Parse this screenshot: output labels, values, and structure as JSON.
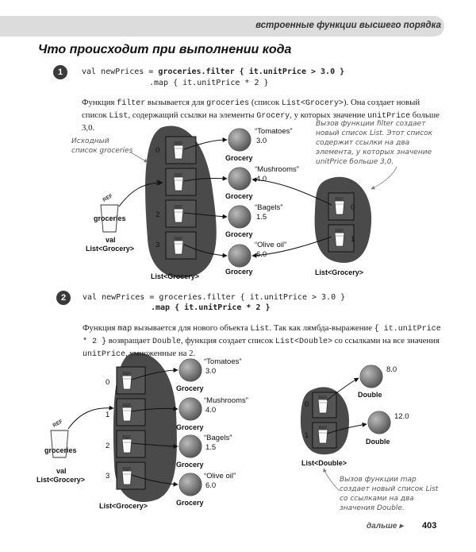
{
  "header": {
    "running_title": "встроенные функции высшего порядка"
  },
  "title": "Что происходит при выполнении кода",
  "step1": {
    "number": "1",
    "code_line1_prefix": "val newPrices = ",
    "code_line1_bold": "groceries.filter { it.unitPrice > 3.0 }",
    "code_line2": ".map { it.unitPrice * 2 }",
    "para": [
      {
        "t": "Функция "
      },
      {
        "t": "filter",
        "m": true
      },
      {
        "t": " вызывается для "
      },
      {
        "t": "groceries",
        "m": true
      },
      {
        "t": " (список "
      },
      {
        "t": "List<Grocery>",
        "m": true
      },
      {
        "t": "). Она создает новый список "
      },
      {
        "t": "List",
        "m": true
      },
      {
        "t": ", содержащий ссылки на элементы "
      },
      {
        "t": "Grocery",
        "m": true
      },
      {
        "t": ", у которых значение "
      },
      {
        "t": "unitPrice",
        "m": true
      },
      {
        "t": " больше 3,0."
      }
    ],
    "note_left": "Исходный список groceries",
    "note_right": "Вызов функции filter создает новый список List. Этот список содержит ссылки на два элемента, у которых значение unitPrice больше 3,0.",
    "indexes": [
      "0",
      "1",
      "2",
      "3"
    ],
    "ref": "REF",
    "items": [
      {
        "name": "“Tomatoes”",
        "price": "3.0",
        "type": "Grocery"
      },
      {
        "name": "“Mushrooms”",
        "price": "4.0",
        "type": "Grocery"
      },
      {
        "name": "“Bagels”",
        "price": "1.5",
        "type": "Grocery"
      },
      {
        "name": "“Olive oil”",
        "price": "6.0",
        "type": "Grocery"
      }
    ],
    "var_name": "groceries",
    "var_kind": "val",
    "var_type": "List<Grocery>",
    "list_label": "List<Grocery>",
    "new_indexes": [
      "0",
      "1"
    ],
    "new_list_label": "List<Grocery>"
  },
  "step2": {
    "number": "2",
    "code_line1": "val newPrices = groceries.filter { it.unitPrice > 3.0 }",
    "code_line2_bold": ".map { it.unitPrice * 2 }",
    "para": [
      {
        "t": "Функция "
      },
      {
        "t": "map",
        "m": true
      },
      {
        "t": " вызывается для нового объекта "
      },
      {
        "t": "List",
        "m": true
      },
      {
        "t": ". Так как лямбда-выражение "
      },
      {
        "t": "{ it.unitPrice * 2 }",
        "m": true
      },
      {
        "t": " возвращает "
      },
      {
        "t": "Double",
        "m": true
      },
      {
        "t": ", функция создает список "
      },
      {
        "t": "List<Double>",
        "m": true
      },
      {
        "t": " со ссылками на все значения "
      },
      {
        "t": "unitPrice",
        "m": true
      },
      {
        "t": ", умноженные на 2."
      }
    ],
    "indexes": [
      "0",
      "1",
      "2",
      "3"
    ],
    "ref": "REF",
    "items": [
      {
        "name": "“Tomatoes”",
        "price": "3.0",
        "type": "Grocery"
      },
      {
        "name": "“Mushrooms”",
        "price": "4.0",
        "type": "Grocery"
      },
      {
        "name": "“Bagels”",
        "price": "1.5",
        "type": "Grocery"
      },
      {
        "name": "“Olive oil”",
        "price": "6.0",
        "type": "Grocery"
      }
    ],
    "var_name": "groceries",
    "var_kind": "val",
    "var_type": "List<Grocery>",
    "list_label": "List<Grocery>",
    "new_indexes": [
      "0",
      "1"
    ],
    "doubles": [
      {
        "value": "8.0",
        "type": "Double"
      },
      {
        "value": "12.0",
        "type": "Double"
      }
    ],
    "new_list_label": "List<Double>",
    "note_right": "Вызов функции map создает новый список List со ссылками на два значения Double."
  },
  "footer": {
    "next": "дальше",
    "arrow": "▸",
    "page": "403"
  }
}
